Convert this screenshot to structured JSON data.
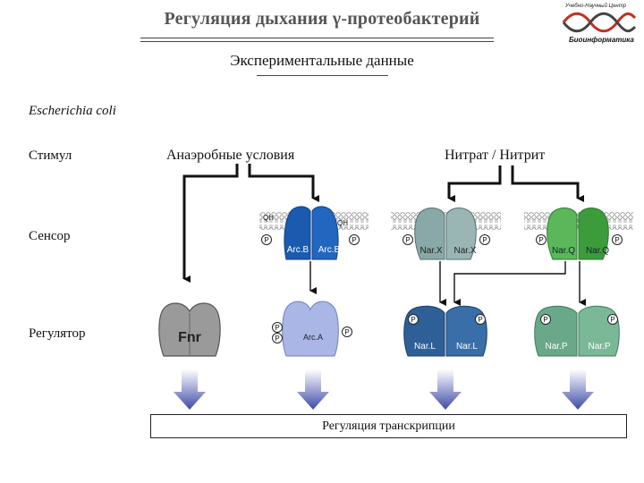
{
  "header": {
    "title": "Регуляция дыхания γ-протеобактерий",
    "subtitle": "Экспериментальные данные",
    "logo_top_text": "Учебно-Научный Центр",
    "logo_bottom_text": "Биоинформатика"
  },
  "organism": "Escherichia coli",
  "row_labels": {
    "stimulus": "Стимул",
    "sensor": "Сенсор",
    "regulator": "Регулятор"
  },
  "stimuli": {
    "anaerobic": "Анаэробные условия",
    "nitrate": "Нитрат / Нитрит"
  },
  "sensors": {
    "arcb_left": "Arc.B",
    "arcb_right": "Arc.B",
    "qh_left": "QH",
    "qh_right": "QH",
    "narx_left": "Nar.X",
    "narx_right": "Nar.X",
    "narq_left": "Nar.Q",
    "narq_right": "Nar.Q"
  },
  "regulators": {
    "fnr": "Fnr",
    "arca": "Arc.A",
    "narl_left": "Nar.L",
    "narl_right": "Nar.L",
    "narp_left": "Nar.P",
    "narp_right": "Nar.P"
  },
  "phospho": "P",
  "transcription": "Регуляция транскрипции",
  "colors": {
    "arcb": "#1a5bb0",
    "arca": "#a9b6e6",
    "fnr": "#9a9a9a",
    "narx": "#8aa8a8",
    "narq": "#3c9c3c",
    "narl": "#2e5f96",
    "narp": "#6aa88a"
  }
}
